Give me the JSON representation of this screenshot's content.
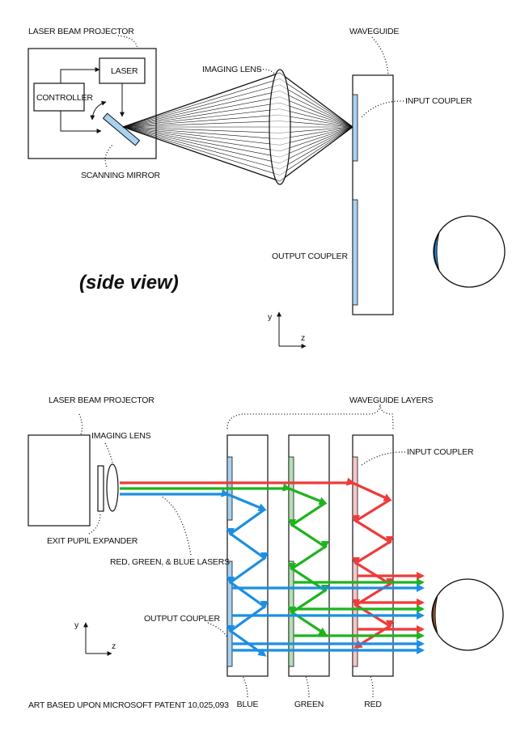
{
  "top": {
    "laser_beam_projector": "LASER BEAM PROJECTOR",
    "laser": "LASER",
    "controller": "CONTROLLER",
    "scanning_mirror": "SCANNING MIRROR",
    "imaging_lens": "IMAGING LENS",
    "waveguide": "WAVEGUIDE",
    "input_coupler": "INPUT COUPLER",
    "output_coupler": "OUTPUT COUPLER",
    "side_view": "(side view)",
    "axis_y": "y",
    "axis_z": "z"
  },
  "bottom": {
    "laser_beam_projector": "LASER BEAM PROJECTOR",
    "imaging_lens": "IMAGING LENS",
    "exit_pupil_expander": "EXIT PUPIL EXPANDER",
    "rgb_lasers": "RED, GREEN, & BLUE LASERS",
    "waveguide_layers": "WAVEGUIDE LAYERS",
    "input_coupler": "INPUT COUPLER",
    "output_coupler": "OUTPUT COUPLER",
    "layer_blue": "BLUE",
    "layer_green": "GREEN",
    "layer_red": "RED",
    "axis_y": "y",
    "axis_z": "z",
    "credit": "ART BASED UPON MICROSOFT PATENT 10,025,093"
  },
  "colors": {
    "red": "#ee3b3b",
    "green": "#1fb31f",
    "blue": "#1b8fe3",
    "coupler_blue": "#a8d2f0",
    "coupler_green": "#b4e0b4",
    "coupler_red": "#f6c6c6",
    "iris_top": "#1b8fe3",
    "iris_bottom": "#b4571e"
  }
}
